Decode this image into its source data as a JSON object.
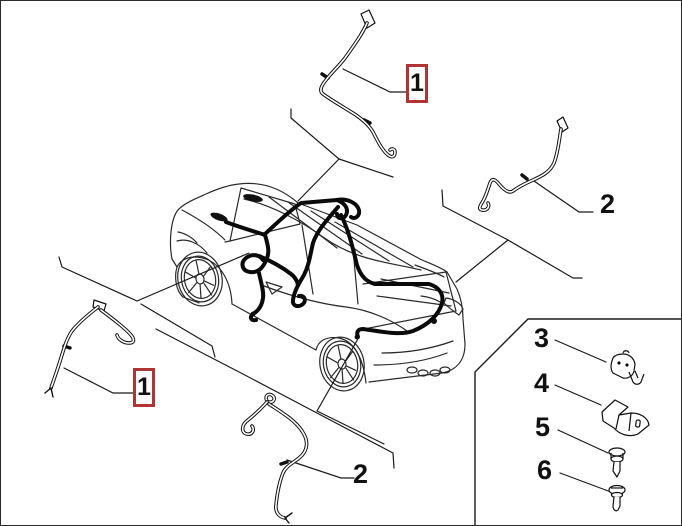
{
  "diagram": {
    "type": "vehicle-parts-diagram",
    "background": "#ffffff",
    "line_color": "#1a1a1a",
    "highlight_color": "#b03434",
    "vehicle": "suv-line-art",
    "callouts": [
      {
        "id": "1",
        "style": "boxed-red",
        "position": "top",
        "drawing": "sensor-cable-icon"
      },
      {
        "id": "2",
        "style": "plain",
        "position": "right",
        "drawing": "sensor-cable-icon"
      },
      {
        "id": "1",
        "style": "boxed-red",
        "position": "left",
        "drawing": "sensor-cable-icon"
      },
      {
        "id": "2",
        "style": "plain",
        "position": "bottom",
        "drawing": "sensor-cable-icon"
      }
    ],
    "inset": {
      "parts": [
        {
          "num": "3",
          "icon": "clip-icon"
        },
        {
          "num": "4",
          "icon": "bracket-icon"
        },
        {
          "num": "5",
          "icon": "push-pin-icon"
        },
        {
          "num": "6",
          "icon": "screw-icon"
        }
      ]
    }
  }
}
